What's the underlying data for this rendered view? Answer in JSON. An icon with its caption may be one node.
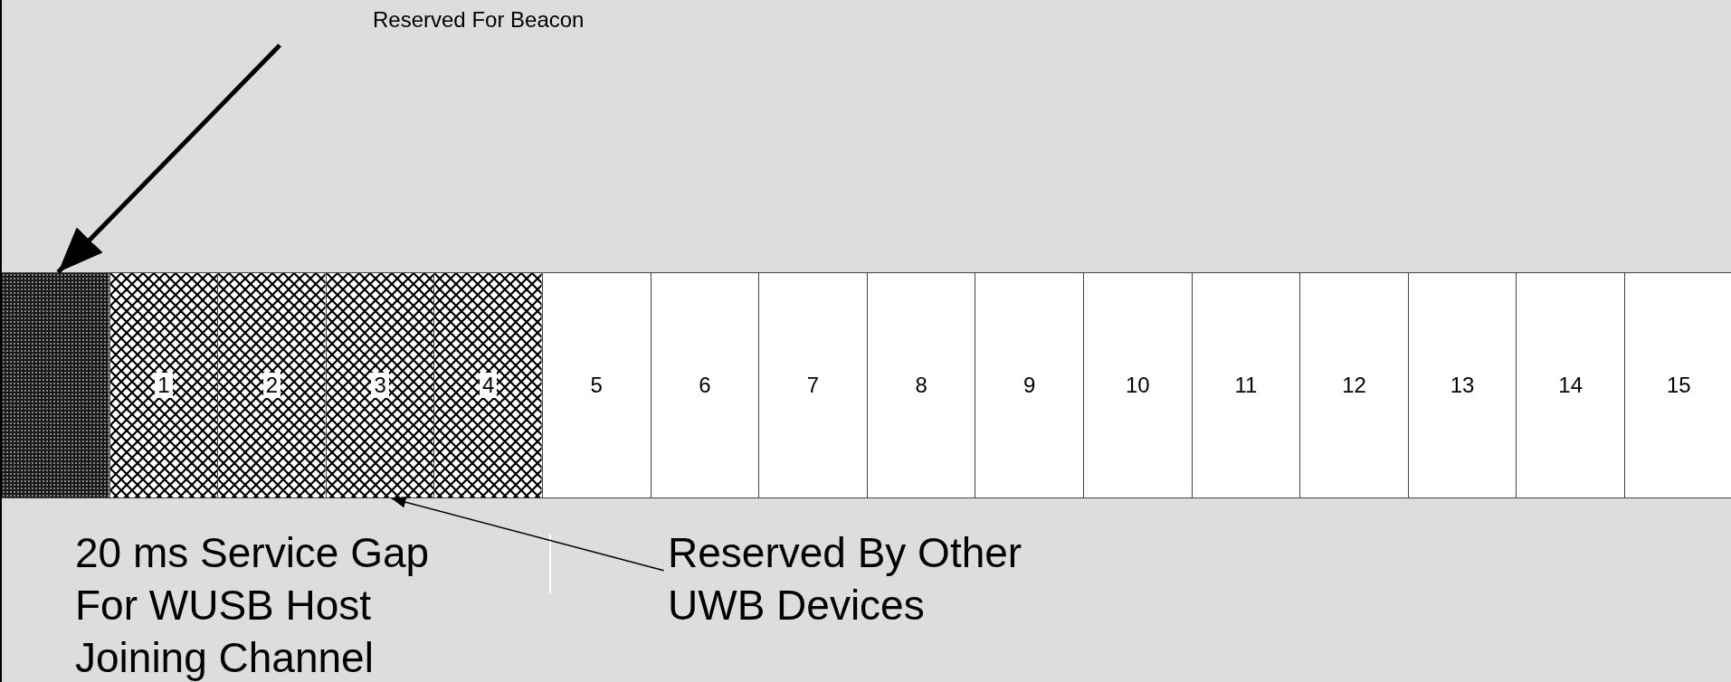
{
  "diagram": {
    "nodes": [
      {
        "text": [
          "Reserved For Beacon"
        ]
      },
      {
        "text": [],
        "shape": "box"
      },
      {
        "text": [
          "1"
        ]
      },
      {
        "text": [
          "2"
        ]
      },
      {
        "text": [
          "3"
        ]
      },
      {
        "text": [
          "4"
        ]
      },
      {
        "text": [
          "5"
        ]
      },
      {
        "text": [
          "6"
        ]
      },
      {
        "text": [
          "7"
        ]
      },
      {
        "text": [
          "8"
        ]
      },
      {
        "text": [
          "9"
        ]
      },
      {
        "text": [
          "10"
        ]
      },
      {
        "text": [
          "11"
        ]
      },
      {
        "text": [
          "12"
        ]
      },
      {
        "text": [
          "13"
        ]
      },
      {
        "text": [
          "14"
        ]
      },
      {
        "text": [
          "15"
        ]
      },
      {
        "text": [
          "Reserved By Other UWB Devices"
        ]
      }
    ],
    "edges": [
      {
        "from": 0,
        "to": 1,
        "arrow": "to",
        "style": "thick"
      },
      {
        "from": 17,
        "to": 4,
        "arrow": "to"
      }
    ],
    "labels": [
      "20 ms Service Gap For WUSB Host Joining Channel"
    ]
  }
}
